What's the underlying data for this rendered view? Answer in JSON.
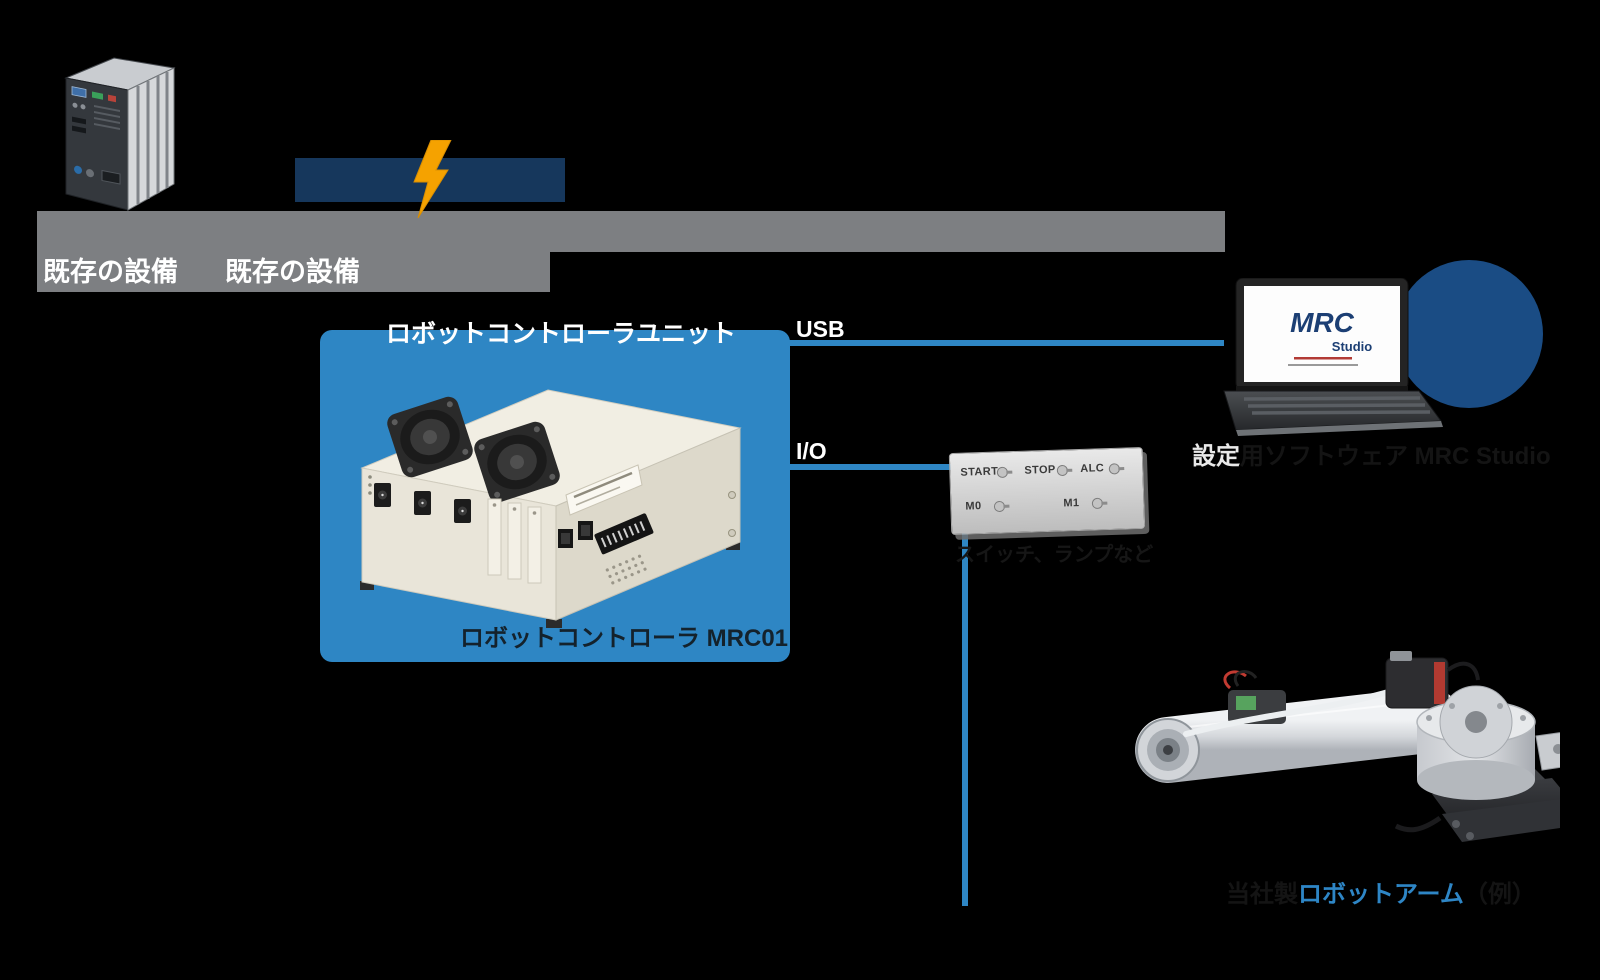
{
  "colors": {
    "accent_blue": "#2e86c4",
    "navy_label_box": "#16375c",
    "gray_bar": "#7d7f82",
    "lightning_yellow": "#f5a200",
    "circle_blue": "#1a4c84"
  },
  "existing_equipment": {
    "labels": [
      "既存の設備",
      "既存の設備"
    ]
  },
  "controller_unit": {
    "title": "ロボットコントローラユニット",
    "caption": "ロボットコントローラ MRC01"
  },
  "connections": {
    "usb_label": "USB",
    "io_label": "I/O"
  },
  "switch_panel": {
    "start": "START",
    "stop": "STOP",
    "alc": "ALC",
    "m0": "M0",
    "m1": "M1",
    "caption": "スイッチ、ランプなど"
  },
  "laptop": {
    "logo_main": "MRC",
    "logo_sub": "Studio",
    "caption_highlight": "設定",
    "caption_rest": "用ソフトウェア MRC Studio"
  },
  "robot": {
    "caption_pre": "当社製",
    "caption_link": "ロボットアーム",
    "caption_post": "（例）"
  }
}
